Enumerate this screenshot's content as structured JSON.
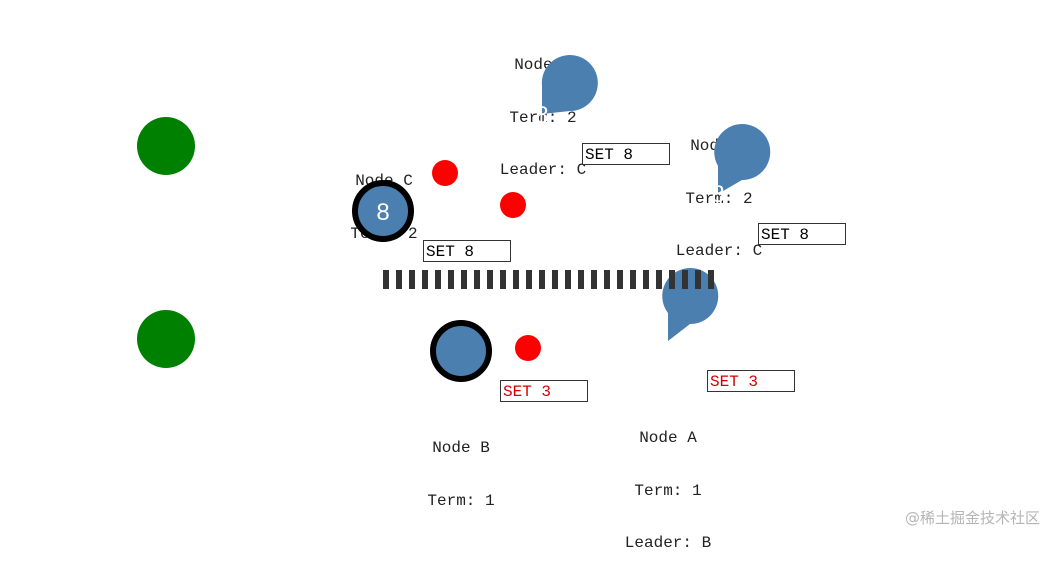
{
  "colors": {
    "node_fill": "#4a7fb0",
    "leader_ring": "#000000",
    "client": "#008000",
    "message": "#ff0000",
    "committed_text": "#000000",
    "uncommitted_text": "#d40000"
  },
  "nodes": {
    "d": {
      "name": "Node D",
      "term": "Term: 2",
      "leader": "Leader: C",
      "value": "8"
    },
    "e": {
      "name": "Node E",
      "term": "Term: 2",
      "leader": "Leader: C",
      "value": "8"
    },
    "c": {
      "name": "Node C",
      "term": "Term: 2",
      "value": "8"
    },
    "b": {
      "name": "Node B",
      "term": "Term: 1",
      "value": ""
    },
    "a": {
      "name": "Node A",
      "term": "Term: 1",
      "leader": "Leader: B",
      "value": ""
    }
  },
  "logs": {
    "d": "SET 8",
    "e": "SET 8",
    "c": "SET 8",
    "b": "SET 3",
    "a": "SET 3"
  },
  "watermark": "@稀土掘金技术社区"
}
